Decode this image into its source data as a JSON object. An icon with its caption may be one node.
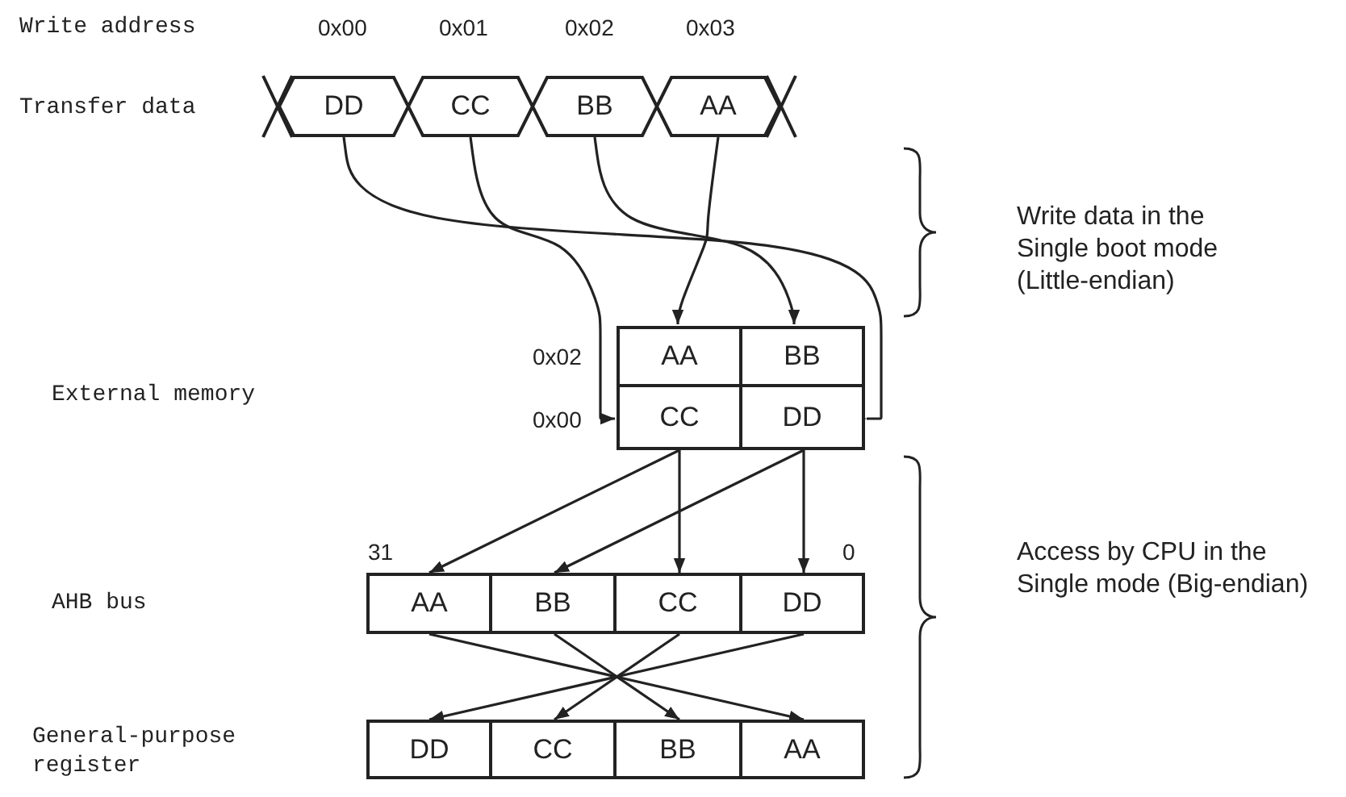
{
  "diagram": {
    "nodes": [
      {
        "text": [
          "DD"
        ]
      },
      {
        "text": [
          "CC"
        ]
      },
      {
        "text": [
          "BB"
        ]
      },
      {
        "text": [
          "AA"
        ]
      },
      {
        "text": [
          "AA"
        ]
      },
      {
        "text": [
          "BB"
        ]
      },
      {
        "text": [
          "CC"
        ]
      },
      {
        "text": [
          "DD"
        ]
      },
      {
        "text": [
          "AA"
        ],
        "beside": [
          "31"
        ]
      },
      {
        "text": [
          "BB"
        ]
      },
      {
        "text": [
          "CC"
        ]
      },
      {
        "text": [
          "DD"
        ],
        "beside": [
          "0"
        ]
      },
      {
        "text": [
          "DD"
        ]
      },
      {
        "text": [
          "CC"
        ]
      },
      {
        "text": [
          "BB"
        ]
      },
      {
        "text": [
          "AA"
        ]
      }
    ],
    "edges": [
      {
        "from": 0,
        "to": 7,
        "arrow": "to"
      },
      {
        "from": 1,
        "to": 6,
        "arrow": "to"
      },
      {
        "from": 2,
        "to": 5,
        "arrow": "to"
      },
      {
        "from": 3,
        "to": 4,
        "arrow": "to"
      },
      {
        "from": 6,
        "to": 8,
        "arrow": "to"
      },
      {
        "from": 6,
        "to": 10,
        "arrow": "to"
      },
      {
        "from": 7,
        "to": 9,
        "arrow": "to"
      },
      {
        "from": 7,
        "to": 11,
        "arrow": "to"
      },
      {
        "from": 8,
        "to": 15,
        "arrow": "to"
      },
      {
        "from": 9,
        "to": 14,
        "arrow": "to"
      },
      {
        "from": 10,
        "to": 13,
        "arrow": "to"
      },
      {
        "from": 11,
        "to": 12,
        "arrow": "to"
      }
    ],
    "labels": [
      "Write address",
      "0x00",
      "0x01",
      "0x02",
      "0x03",
      "Transfer data",
      "Write data in the Single boot mode (Little-endian)",
      "0x02",
      "External memory",
      "0x00",
      "AHB bus",
      "Access by CPU in the Single mode (Big-endian)",
      "General-purpose register"
    ]
  }
}
